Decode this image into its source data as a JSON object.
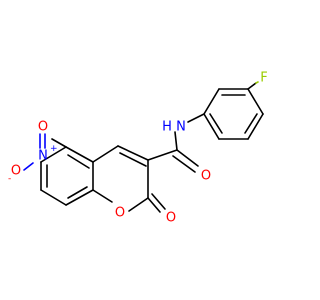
{
  "molecule": {
    "atoms": {
      "fluorine": "F",
      "amide_n": "N",
      "amide_h": "H",
      "amide_o": "O",
      "lactone_ring_o": "O",
      "lactone_carbonyl_o": "O",
      "nitro_n": "N",
      "nitro_o_top": "O",
      "nitro_o_minus": "O"
    },
    "charges": {
      "nitro_n": "+",
      "nitro_o_minus": "-"
    },
    "colors": {
      "carbon": "#000000",
      "oxygen": "#ff0000",
      "nitrogen": "#0000ff",
      "fluorine": "#99cc00"
    }
  }
}
